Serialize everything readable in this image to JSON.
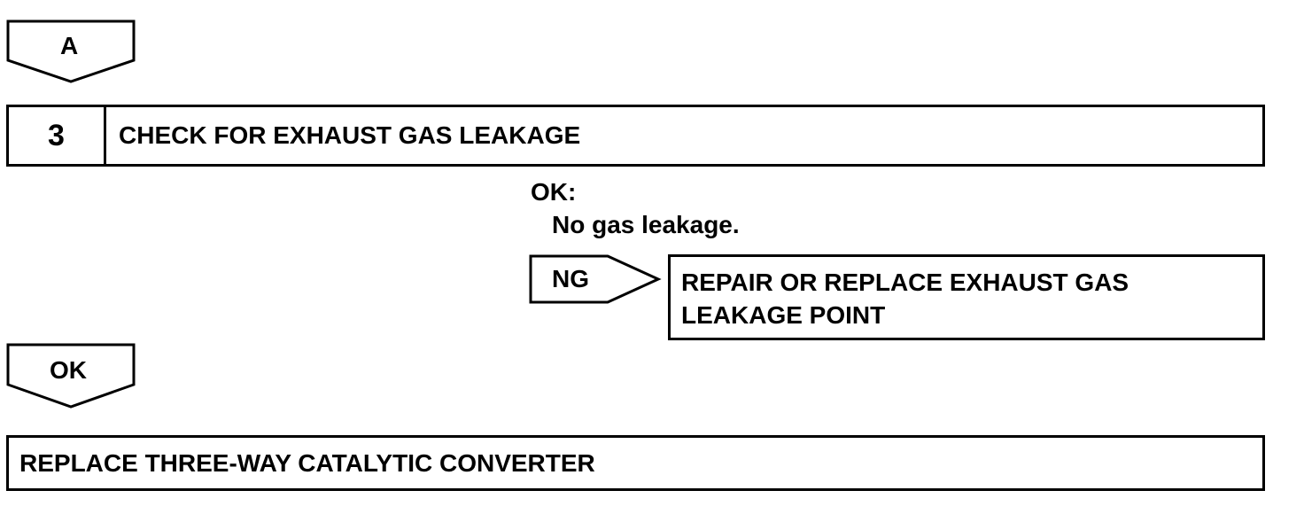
{
  "connector_a": {
    "label": "A"
  },
  "step": {
    "number": "3",
    "title": "CHECK FOR EXHAUST GAS LEAKAGE"
  },
  "ok_condition": {
    "title": "OK:",
    "description": "No gas leakage."
  },
  "ng_branch": {
    "label": "NG",
    "action": "REPAIR OR REPLACE EXHAUST GAS\nLEAKAGE POINT"
  },
  "ok_branch": {
    "label": "OK"
  },
  "final_action": {
    "label": "REPLACE THREE-WAY CATALYTIC CONVERTER"
  }
}
